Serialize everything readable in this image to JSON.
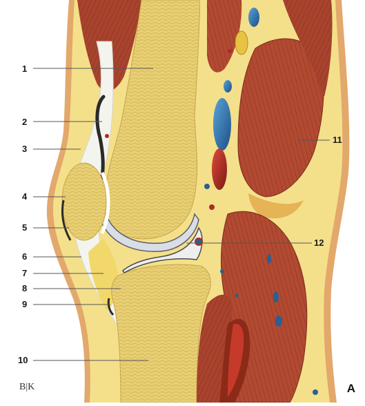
{
  "figure": {
    "panel_letter": "A",
    "signature": "B|K",
    "labels": [
      {
        "id": "1",
        "text": "1"
      },
      {
        "id": "2",
        "text": "2"
      },
      {
        "id": "3",
        "text": "3"
      },
      {
        "id": "4",
        "text": "4"
      },
      {
        "id": "5",
        "text": "5"
      },
      {
        "id": "6",
        "text": "6"
      },
      {
        "id": "7",
        "text": "7"
      },
      {
        "id": "8",
        "text": "8"
      },
      {
        "id": "9",
        "text": "9"
      },
      {
        "id": "10",
        "text": "10"
      },
      {
        "id": "11",
        "text": "11"
      },
      {
        "id": "12",
        "text": "12"
      }
    ]
  }
}
